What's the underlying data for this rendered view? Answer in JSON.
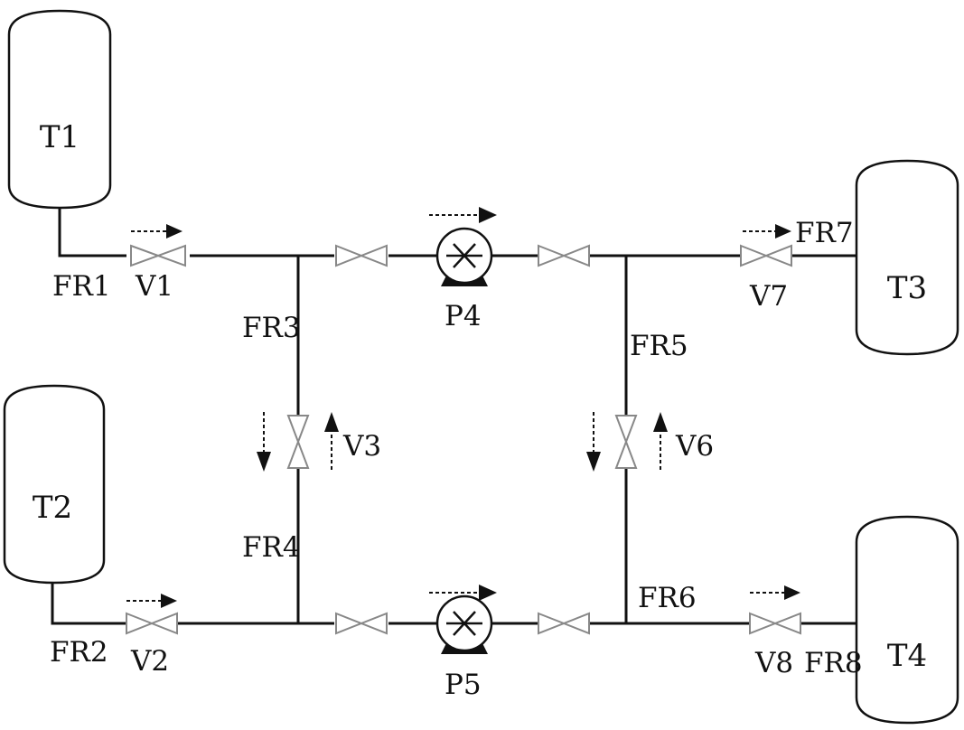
{
  "tanks": [
    {
      "id": "T1",
      "label": "T1"
    },
    {
      "id": "T2",
      "label": "T2"
    },
    {
      "id": "T3",
      "label": "T3"
    },
    {
      "id": "T4",
      "label": "T4"
    }
  ],
  "valves": {
    "v1": "V1",
    "v2": "V2",
    "v3": "V3",
    "v6": "V6",
    "v7": "V7",
    "v8": "V8"
  },
  "pumps": {
    "p4": "P4",
    "p5": "P5"
  },
  "flows": {
    "fr1": "FR1",
    "fr2": "FR2",
    "fr3": "FR3",
    "fr4": "FR4",
    "fr5": "FR5",
    "fr6": "FR6",
    "fr7": "FR7",
    "fr8": "FR8"
  },
  "colors": {
    "line": "#111111",
    "valve_outline": "#888888",
    "background": "#ffffff"
  }
}
